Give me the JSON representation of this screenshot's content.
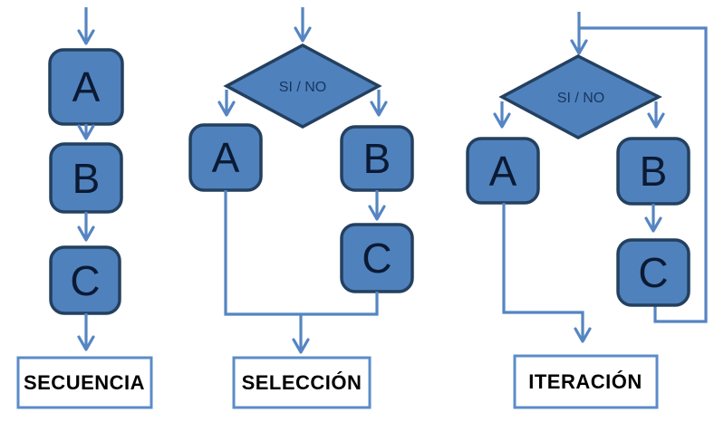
{
  "colors": {
    "node_fill": "#4f81bd",
    "node_border": "#24405f",
    "node_text": "#0b1a33",
    "condition_text": "#17365d",
    "connector": "#5585c2",
    "caption_border": "#5b8cc8",
    "caption_text": "#000000"
  },
  "diagrams": [
    {
      "caption": "SECUENCIA",
      "nodes": [
        "A",
        "B",
        "C"
      ]
    },
    {
      "caption": "SELECCIÓN",
      "condition": "SI / NO",
      "nodes": [
        "A",
        "B",
        "C"
      ]
    },
    {
      "caption": "ITERACIÓN",
      "condition": "SI / NO",
      "nodes": [
        "A",
        "B",
        "C"
      ]
    }
  ]
}
